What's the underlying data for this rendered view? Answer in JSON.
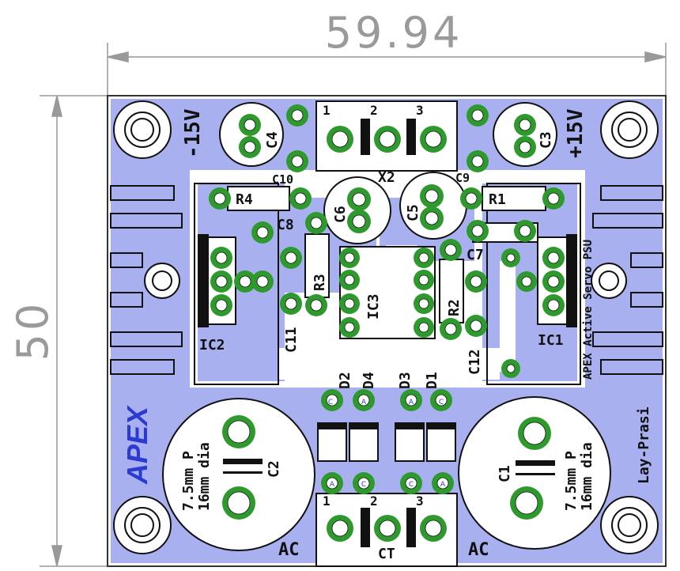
{
  "dimensions": {
    "width": "59.94",
    "height": "50"
  },
  "board": {
    "copper_color": "#a9b0f0",
    "pad_color": "#2e9a2e",
    "background_color": "#ffffff",
    "silk_color": "#111111"
  },
  "labels": {
    "minus15": "-15V",
    "plus15": "+15V",
    "x2": "X2",
    "c10": "C10",
    "c9": "C9",
    "c4": "C4",
    "c3": "C3",
    "r4": "R4",
    "r1": "R1",
    "c6": "C6",
    "c5": "C5",
    "c8": "C8",
    "c7": "C7",
    "r3": "R3",
    "r2": "R2",
    "c11": "C11",
    "c12": "C12",
    "ic2": "IC2",
    "ic1": "IC1",
    "ic3": "IC3",
    "d2": "D2",
    "d4": "D4",
    "d3": "D3",
    "d1": "D1",
    "c2": "C2",
    "c1": "C1",
    "cap_note_left": "7.5mm P",
    "cap_dia_left": "16mm dia",
    "cap_note_right": "7.5mm P",
    "cap_dia_right": "16mm dia",
    "ac_left": "AC",
    "ac_right": "AC",
    "ct": "CT",
    "apex_logo": "APEX",
    "title_vertical": "APEX Active Servo PSU",
    "credit": "Lay-Prasi",
    "top_pins": [
      "1",
      "2",
      "3"
    ],
    "bottom_pins": [
      "1",
      "2",
      "3"
    ],
    "diode_pins_top": [
      "C",
      "A",
      "A",
      "C"
    ],
    "diode_pins_bottom": [
      "A",
      "C",
      "C",
      "A"
    ]
  }
}
